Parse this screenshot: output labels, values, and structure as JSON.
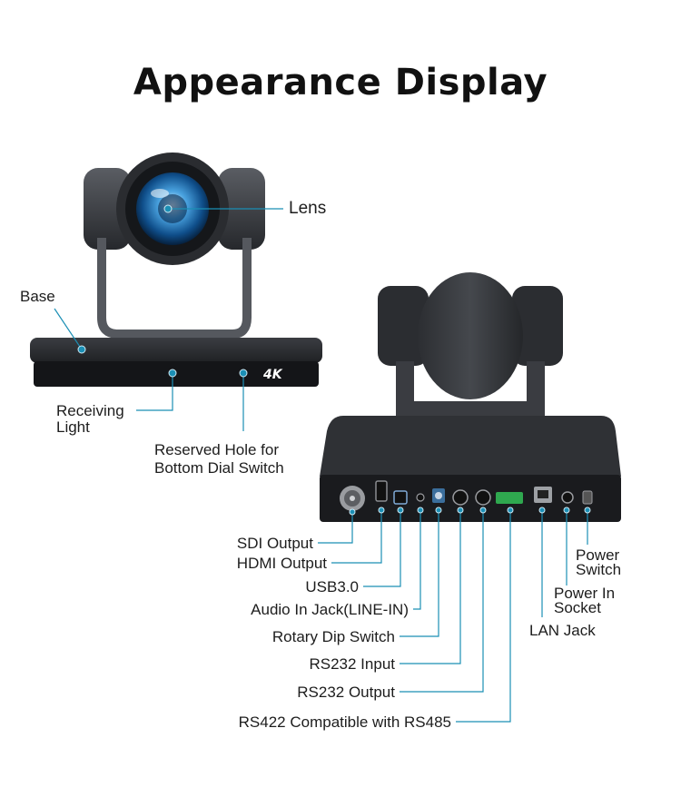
{
  "title": "Appearance Display",
  "accent_color": "#1b8fb5",
  "brand_mark": "4K",
  "front_labels": {
    "lens": "Lens",
    "base": "Base",
    "receiving_light_1": "Receiving",
    "receiving_light_2": "Light",
    "reserved_hole_1": "Reserved Hole for",
    "reserved_hole_2": "Bottom Dial Switch"
  },
  "rear_labels": {
    "sdi_output": "SDI Output",
    "hdmi_output": "HDMI Output",
    "usb3": "USB3.0",
    "audio_in": "Audio In Jack(LINE-IN)",
    "rotary_dip": "Rotary Dip Switch",
    "rs232_input": "RS232 Input",
    "rs232_output": "RS232 Output",
    "rs422": "RS422 Compatible with RS485",
    "lan_jack": "LAN Jack",
    "power_in_1": "Power In",
    "power_in_2": "Socket",
    "power_switch_1": "Power",
    "power_switch_2": "Switch"
  }
}
